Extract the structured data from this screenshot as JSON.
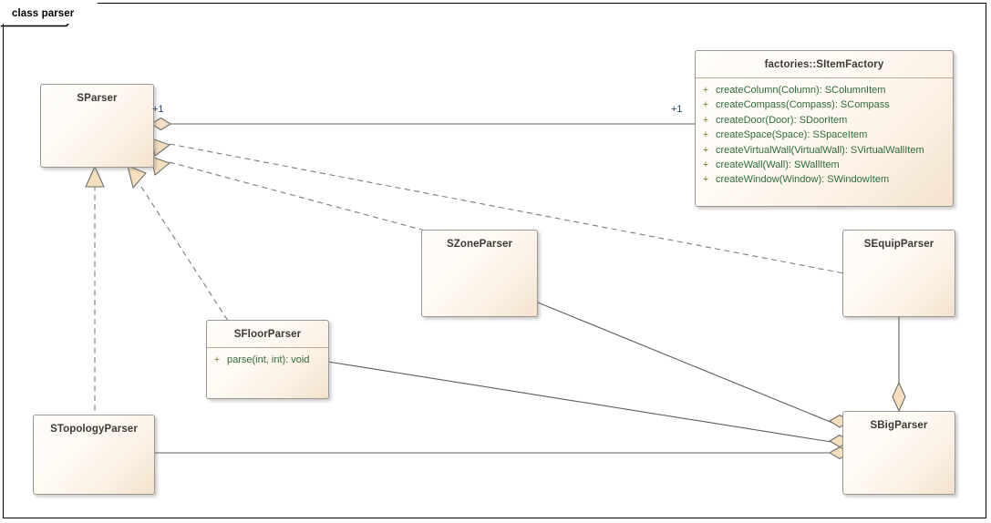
{
  "frame": {
    "tab_label": "class parser"
  },
  "colors": {
    "node_border": "#9a9893",
    "node_fill_light": "#fffdfa",
    "node_fill_dark": "#f3e2cd",
    "title_text": "#3d3a36",
    "member_text": "#2f6b3c",
    "visibility_text": "#7a7a23",
    "connector": "#5e5e5e",
    "connector_dashed": "#7d7b78",
    "arrow_fill": "#f5dfbe",
    "label_text": "#26405e",
    "frame_border": "#000000",
    "canvas": "#ffffff"
  },
  "nodes": {
    "sparser": {
      "name": "SParser"
    },
    "item_factory": {
      "name": "factories::SItemFactory",
      "members": [
        {
          "visibility": "+",
          "signature": "createColumn(Column): SColumnItem"
        },
        {
          "visibility": "+",
          "signature": "createCompass(Compass): SCompass"
        },
        {
          "visibility": "+",
          "signature": "createDoor(Door): SDoorItem"
        },
        {
          "visibility": "+",
          "signature": "createSpace(Space): SSpaceItem"
        },
        {
          "visibility": "+",
          "signature": "createVirtualWall(VirtualWall): SVirtualWallItem"
        },
        {
          "visibility": "+",
          "signature": "createWall(Wall): SWallItem"
        },
        {
          "visibility": "+",
          "signature": "createWindow(Window): SWindowItem"
        }
      ]
    },
    "szone": {
      "name": "SZoneParser"
    },
    "sequip": {
      "name": "SEquipParser"
    },
    "sfloor": {
      "name": "SFloorParser",
      "members": [
        {
          "visibility": "+",
          "signature": "parse(int, int): void"
        }
      ]
    },
    "stopology": {
      "name": "STopologyParser"
    },
    "sbig": {
      "name": "SBigParser"
    }
  },
  "labels": {
    "source_multiplicity": "+1",
    "target_multiplicity": "+1"
  },
  "relationships": [
    {
      "type": "aggregation",
      "from": "SParser",
      "to": "factories::SItemFactory",
      "source_label": "+1",
      "target_label": "+1"
    },
    {
      "type": "realization",
      "from": "SZoneParser",
      "to": "SParser"
    },
    {
      "type": "realization",
      "from": "SEquipParser",
      "to": "SParser"
    },
    {
      "type": "realization",
      "from": "SFloorParser",
      "to": "SParser"
    },
    {
      "type": "realization",
      "from": "STopologyParser",
      "to": "SParser"
    },
    {
      "type": "aggregation",
      "from": "SZoneParser",
      "to": "SBigParser"
    },
    {
      "type": "aggregation",
      "from": "SFloorParser",
      "to": "SBigParser"
    },
    {
      "type": "aggregation",
      "from": "STopologyParser",
      "to": "SBigParser"
    },
    {
      "type": "aggregation",
      "from": "SEquipParser",
      "to": "SBigParser"
    }
  ]
}
